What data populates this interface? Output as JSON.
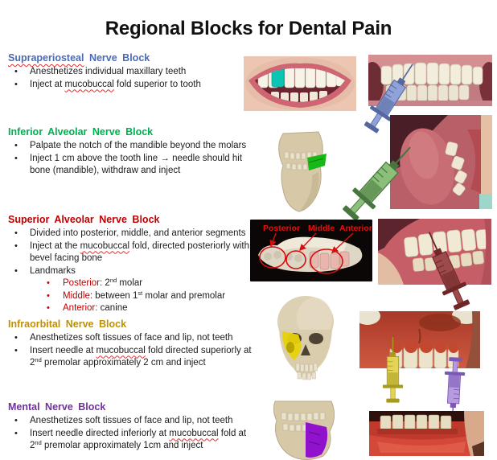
{
  "title": "Regional Blocks for Dental Pain",
  "sections": {
    "supraperiosteal": {
      "heading_word1": "Supraperiosteal",
      "heading_rest": " Nerve Block",
      "bullet1": "Anesthetizes individual maxillary teeth",
      "bullet2_pre": "Inject at ",
      "bullet2_wavy": "mucobuccal",
      "bullet2_post": " fold superior to tooth"
    },
    "inferior_alveolar": {
      "heading": "Inferior Alveolar Nerve Block",
      "bullet1": "Palpate the notch of the mandible beyond the molars",
      "bullet2": "Inject 1 cm above the tooth line → needle should hit bone (mandible), withdraw and inject"
    },
    "superior_alveolar": {
      "heading": "Superior Alveolar Nerve Block",
      "bullet1": "Divided into posterior, middle, and anterior segments",
      "bullet2_pre": "Inject at the ",
      "bullet2_wavy": "mucobuccal",
      "bullet2_post": " fold, directed posteriorly with bevel facing bone",
      "bullet3": "Landmarks",
      "posterior_label": "Posterior:",
      "posterior_pre": " 2",
      "posterior_sup": "nd",
      "posterior_post": " molar",
      "middle_label": "Middle:",
      "middle_pre": " between 1",
      "middle_sup": "st",
      "middle_post": " molar and premolar",
      "anterior_label": "Anterior:",
      "anterior_post": " canine"
    },
    "infraorbital": {
      "heading": "Infraorbital Nerve Block",
      "bullet1": "Anesthetizes soft tissues of face and lip, not teeth",
      "bullet2_pre": "Insert needle at ",
      "bullet2_wavy": "mucobuccal",
      "bullet2_mid": " fold directed superiorly at 2",
      "bullet2_sup": "nd",
      "bullet2_post": " premolar approximately 2 cm and inject"
    },
    "mental": {
      "heading": "Mental Nerve Block",
      "bullet1": "Anesthetizes soft tissues of face and lip, not teeth",
      "bullet2_pre": "Insert needle directed inferiorly at ",
      "bullet2_wavy": "mucobuccal",
      "bullet2_mid": " fold at 2",
      "bullet2_sup": "nd",
      "bullet2_post": " premolar approximately 1cm and inject"
    }
  },
  "denture_labels": {
    "posterior": "Posterior",
    "middle": "Middle",
    "anterior": "Anterior"
  },
  "icons": {
    "syringe_blue": "syringe-icon pointing up-right",
    "syringe_green": "syringe-icon pointing up-right",
    "syringe_dark_red": "syringe-icon pointing up-left",
    "syringe_yellow": "syringe-icon pointing up",
    "syringe_purple": "syringe-icon pointing down"
  },
  "colors": {
    "title_text": "#111111",
    "heading_supraperiosteal": "#4a6bb5",
    "heading_inferior_alveolar": "#00b050",
    "heading_superior_alveolar": "#c00000",
    "heading_infraorbital": "#bf9000",
    "heading_mental": "#7030a0",
    "landmark_keyword_red": "#c00000",
    "spellcheck_wavy_red": "#e03030",
    "annotation_red": "#d60e0e",
    "syringe_blue": "#8fa3d8",
    "syringe_green": "#8cc07a",
    "syringe_dark_red": "#9c4a4a",
    "syringe_yellow": "#e3d458",
    "syringe_purple": "#b79ae0",
    "highlight_tooth_teal": "#0cc4b4",
    "highlight_molars_green": "#18b818",
    "highlight_maxilla_yellow": "#e8d20a",
    "highlight_mandible_purple": "#9112cc"
  }
}
